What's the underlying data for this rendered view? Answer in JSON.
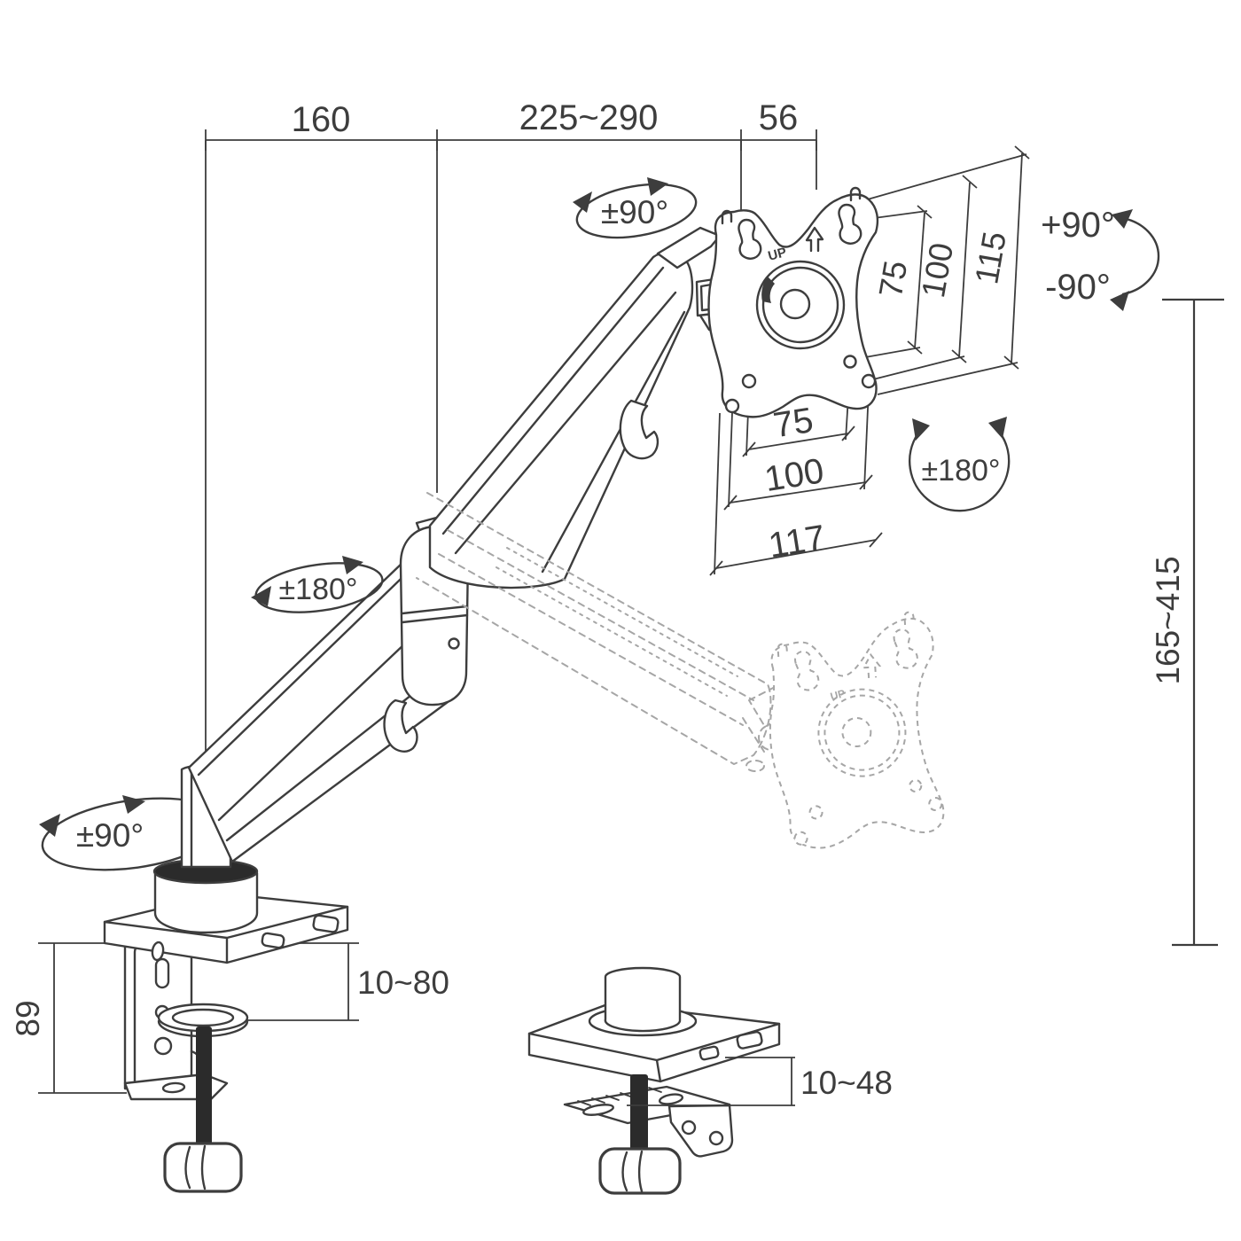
{
  "page": {
    "title": "Gas-spring monitor arm dimensional diagram",
    "background": "#ffffff"
  },
  "colors": {
    "line": "#3d3d3d",
    "ghost": "#a6a6a6",
    "dark": "#2b2b2b",
    "fill": "#ffffff"
  },
  "dimensions": {
    "top_width_left": "160",
    "top_width_mid": "225~290",
    "top_width_right": "56",
    "vesa_side_inner": "75",
    "vesa_side_mid": "100",
    "vesa_side_outer": "115",
    "vesa_bottom_inner": "75",
    "vesa_bottom_mid": "100",
    "vesa_bottom_outer": "117",
    "height_range": "165~415",
    "clamp_height": "89",
    "clamp_range_main": "10~80",
    "clamp_range_slim": "10~48"
  },
  "rotations": {
    "vesa_swivel": "±90°",
    "tilt_up": "+90°",
    "tilt_down": "-90°",
    "vesa_rotation": "±180°",
    "elbow_swivel": "±180°",
    "base_swivel": "±90°"
  },
  "labels": {
    "vesa_up": "UP",
    "vesa_up_ghost": "UP"
  }
}
